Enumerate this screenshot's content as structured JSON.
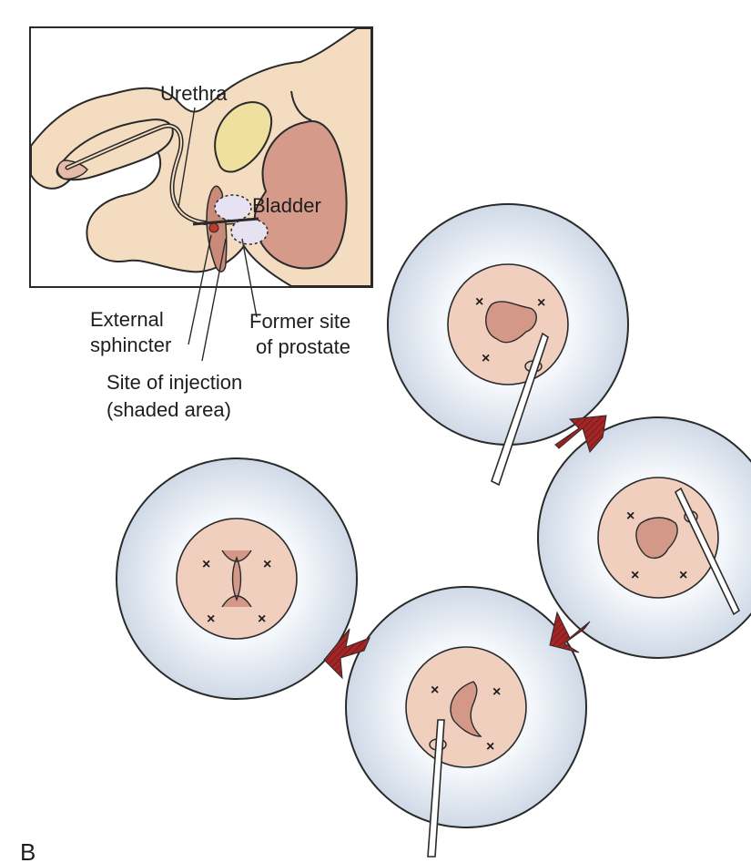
{
  "labels": {
    "urethra": "Urethra",
    "bladder": "Bladder",
    "external_sphincter": [
      "External",
      "sphincter"
    ],
    "former_site": [
      "Former site",
      "of prostate"
    ],
    "site_of_injection": [
      "Site of injection",
      "(shaded area)"
    ]
  },
  "panel_letter": "B",
  "x_marker": "×",
  "colors": {
    "skin": "#f3dcc0",
    "bladder": "#d59a8a",
    "seminal_vesicle": "#efe0a0",
    "tissue": "#f0cfbf",
    "lesion": "#d49888",
    "view_field": "#e8eef5",
    "arrow": "#a32626",
    "injection_area": "#e6e2f2",
    "outline": "#2a2a2a"
  }
}
